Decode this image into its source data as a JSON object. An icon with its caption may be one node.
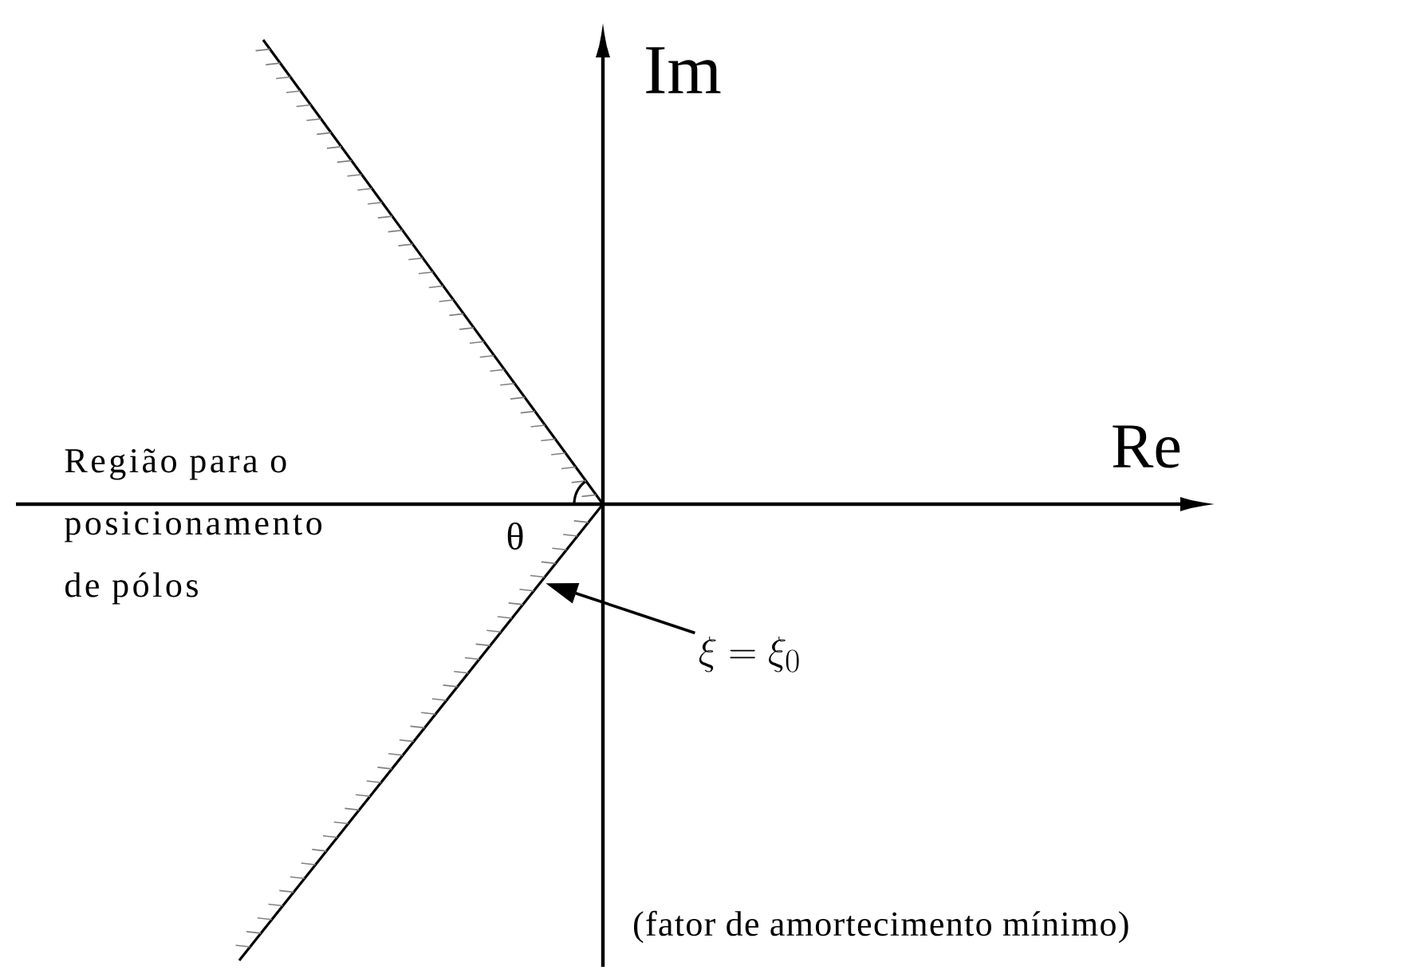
{
  "diagram": {
    "nodes": [
      {
        "text": [
          "\\xi = \\xi_{0}"
        ]
      },
      {
        "text": [],
        "shape": "line"
      }
    ],
    "edges": [
      {
        "from": 0,
        "to": 1,
        "arrow": "to"
      }
    ],
    "labels": [
      "Im",
      "Re",
      "Região para o posicionamento de pólos",
      "θ",
      "(fator de amortecimento mínimo)"
    ]
  }
}
